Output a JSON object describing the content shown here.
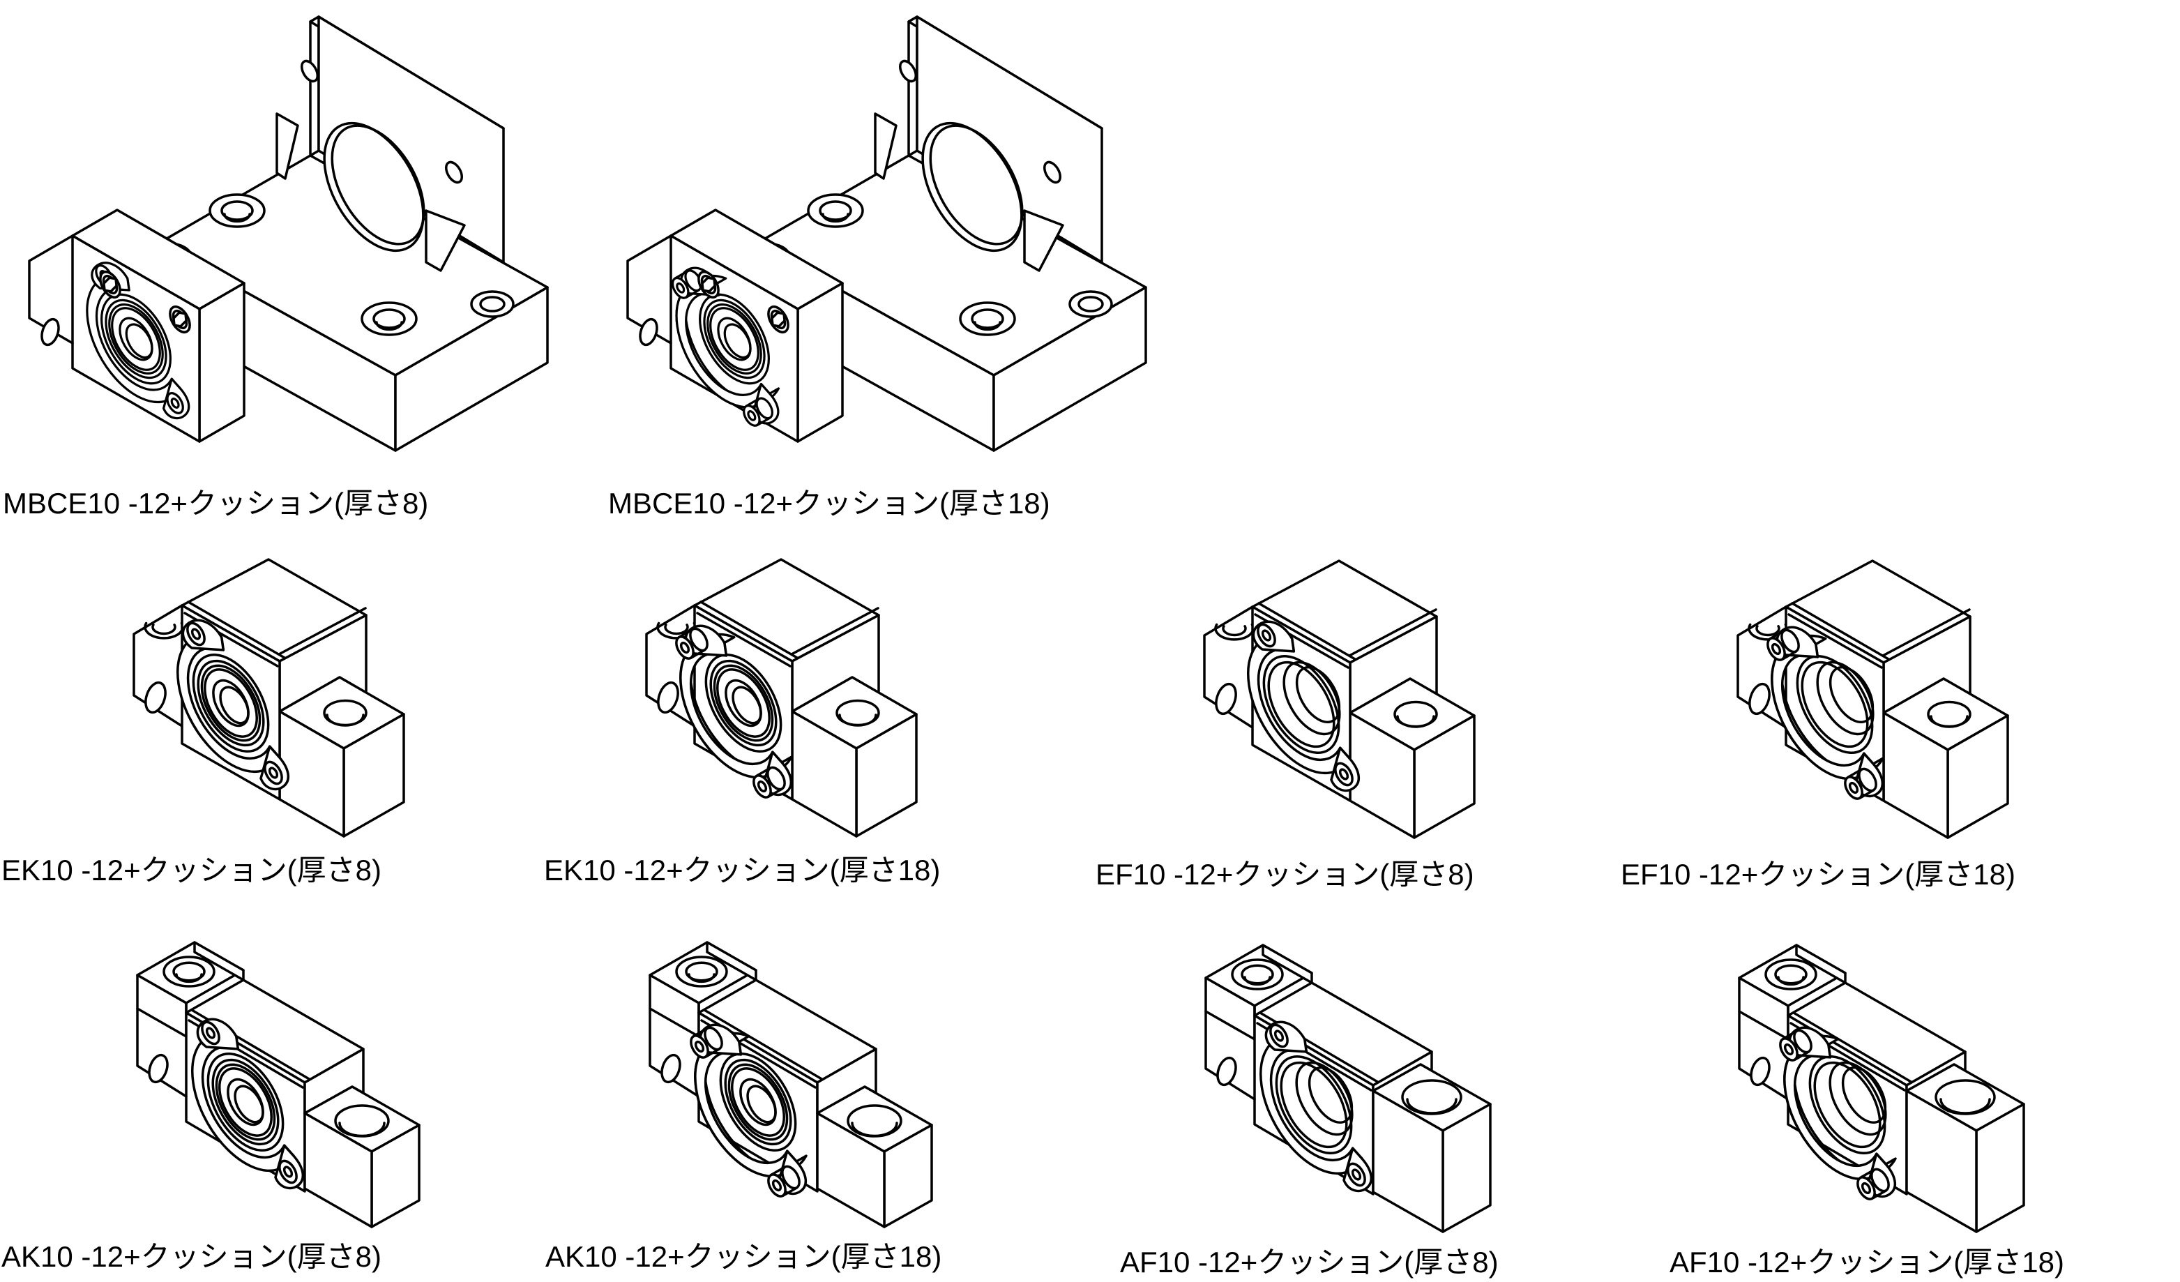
{
  "page": {
    "background": "#ffffff",
    "line_color": "#000000",
    "description": "Catalog sheet of isometric CAD line drawings of ball screw support units with cushions"
  },
  "figures": [
    {
      "id": "mbce10-cushion8",
      "label": "MBCE10 -12+クッション(厚さ8)"
    },
    {
      "id": "mbce10-cushion18",
      "label": "MBCE10 -12+クッション(厚さ18)"
    },
    {
      "id": "ek10-cushion8",
      "label": "EK10 -12+クッション(厚さ8)"
    },
    {
      "id": "ek10-cushion18",
      "label": "EK10 -12+クッション(厚さ18)"
    },
    {
      "id": "ef10-cushion8",
      "label": "EF10 -12+クッション(厚さ8)"
    },
    {
      "id": "ef10-cushion18",
      "label": "EF10 -12+クッション(厚さ18)"
    },
    {
      "id": "ak10-cushion8",
      "label": "AK10 -12+クッション(厚さ8)"
    },
    {
      "id": "ak10-cushion18",
      "label": "AK10 -12+クッション(厚さ18)"
    },
    {
      "id": "af10-cushion8",
      "label": "AF10 -12+クッション(厚さ8)"
    },
    {
      "id": "af10-cushion18",
      "label": "AF10 -12+クッション(厚さ18)"
    }
  ]
}
